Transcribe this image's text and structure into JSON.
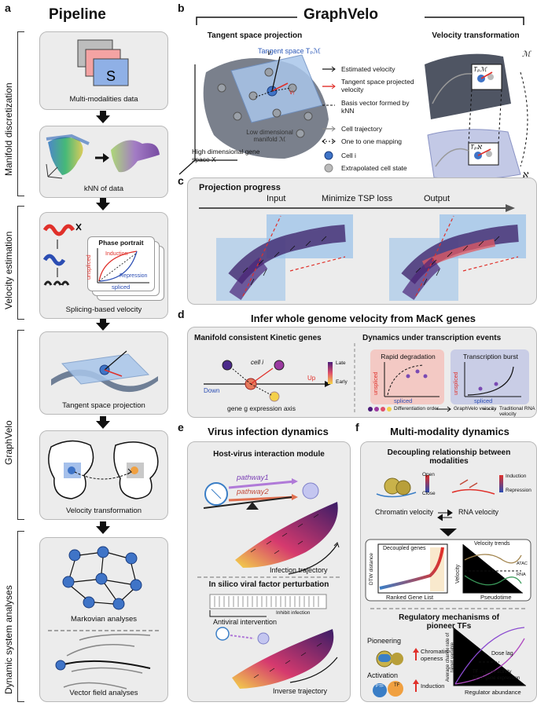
{
  "panel_a": {
    "letter": "a",
    "title": "Pipeline",
    "sections": [
      "Manifold discretization",
      "Velocity estimation",
      "GraphVelo",
      "Dynamic system analyses"
    ],
    "boxes": {
      "multi": "Multi-modalities data",
      "knn": "kNN of data",
      "phase_title": "Phase portrait",
      "induction": "Induction",
      "repression": "Repression",
      "unspliced": "unspliced",
      "spliced": "spliced",
      "splicing": "Splicing-based velocity",
      "tangent": "Tangent space projection",
      "velocity": "Velocity transformation",
      "markov": "Markovian analyses",
      "vector": "Vector field analyses"
    }
  },
  "panel_b": {
    "letter": "b",
    "title": "GraphVelo",
    "tangent_title": "Tangent space projection",
    "velocity_title": "Velocity transformation",
    "tangent_space_label": "Tangent space Tₚℳ",
    "v_label": "v",
    "vr_label": "vᵣ",
    "low_manifold": "Low dimensional manifold ℳ",
    "high_space": "High dimensional gene space X",
    "legend": [
      "Estimated velocity",
      "Tangent space projected velocity",
      "Basis vector formed by kNN",
      "Cell trajectory",
      "One to one mapping",
      "Cell i",
      "Extrapolated cell state"
    ],
    "M_label": "ℳ",
    "N_label": "ℵ",
    "TpM": "Tₚℳ",
    "TpN": "Tₚℵ"
  },
  "panel_c": {
    "letter": "c",
    "title": "Projection progress",
    "input": "Input",
    "minimize": "Minimize TSP loss",
    "output": "Output"
  },
  "panel_d": {
    "letter": "d",
    "title": "Infer whole genome velocity from MacK genes",
    "left_title": "Manifold consistent Kinetic genes",
    "right_title": "Dynamics under transcription events",
    "cell_i": "cell i",
    "up": "Up",
    "down": "Down",
    "late": "Late",
    "early": "Early",
    "axis": "gene g expression axis",
    "rapid": "Rapid degradation",
    "burst": "Transcription burst",
    "unspliced": "unspliced",
    "spliced": "spliced",
    "legend": [
      "Differentiation order",
      "GraphVelo velocity",
      "Traditional RNA velocity"
    ]
  },
  "panel_e": {
    "letter": "e",
    "title": "Virus infection dynamics",
    "host_title": "Host-virus interaction module",
    "pathway1": "pathway1",
    "pathway2": "pathway2",
    "infection_traj": "Infection trajectory",
    "silico_title": "In silico viral factor perturbation",
    "inhibit": "Inhibit infection",
    "antiviral": "Antiviral intervention",
    "inverse": "Inverse trajectory"
  },
  "panel_f": {
    "letter": "f",
    "title": "Multi-modality dynamics",
    "decoupling_title": "Decoupling relationship between modalities",
    "open": "Open",
    "close": "Close",
    "induction": "Induction",
    "repression": "Repression",
    "chromatin": "Chromatin velocity",
    "rna": "RNA velocity",
    "decoupled": "Decoupled genes",
    "dtw": "DTW distance",
    "ranked": "Ranked Gene List",
    "trends": "Velocity trends",
    "velocity": "Velocity",
    "pseudotime": "Pseudotime",
    "atac": "ATAC",
    "rna_leg": "RNA",
    "reg_title": "Regulatory mechanisms of pioneer TFs",
    "pioneering": "Pioneering",
    "chromatin_openess": "Chromatin openess",
    "activation": "Activation",
    "induction2": "Induction",
    "ptf": "PTF",
    "tf": "TF",
    "dose_lag": "Dose lag",
    "avg_rate": "Average change rate of target variable",
    "tf_act": "TF -> gene activity",
    "tf_exp": "TF -> gene expression",
    "regulator": "Regulator abundance"
  },
  "colors": {
    "panel_bg": "#ececec",
    "red": "#e0302a",
    "blue": "#2b4db3",
    "pink": "#f3c9c4",
    "lavender": "#c9cde6",
    "purple": "#9b4bd1"
  }
}
